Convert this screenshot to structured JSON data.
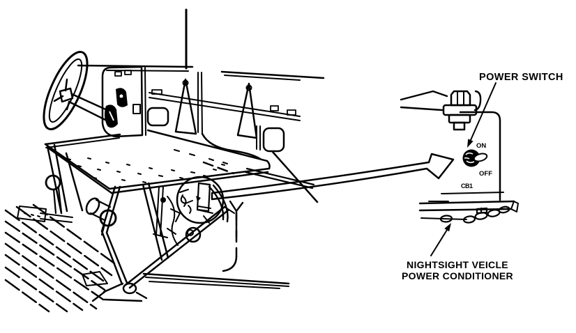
{
  "diagram": {
    "type": "technical-illustration",
    "subject": "vehicle drivers station with nightsight vehicle power conditioner detail",
    "labels": {
      "power_switch": "POWER SWITCH",
      "switch_on": "ON",
      "switch_off": "OFF",
      "breaker": "CB1",
      "unit_line1": "NIGHTSIGHT VEICLE",
      "unit_line2": "POWER CONDITIONER"
    },
    "colors": {
      "ink": "#000000",
      "paper": "#ffffff"
    }
  }
}
